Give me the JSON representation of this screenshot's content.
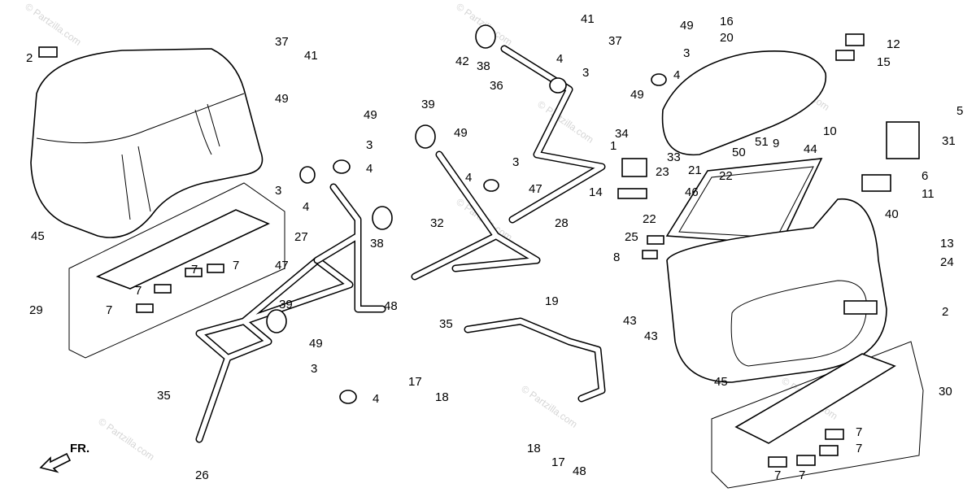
{
  "diagram": {
    "watermark": "© Partzilla.com",
    "direction_label": "FR.",
    "callouts": [
      "2",
      "37",
      "41",
      "49",
      "49",
      "3",
      "4",
      "3",
      "4",
      "38",
      "45",
      "47",
      "27",
      "7",
      "7",
      "7",
      "7",
      "29",
      "39",
      "49",
      "3",
      "4",
      "35",
      "26",
      "38",
      "42",
      "41",
      "4",
      "36",
      "3",
      "39",
      "49",
      "3",
      "4",
      "47",
      "32",
      "28",
      "37",
      "49",
      "3",
      "4",
      "49",
      "34",
      "1",
      "33",
      "23",
      "14",
      "46",
      "22",
      "21",
      "22",
      "50",
      "51",
      "9",
      "44",
      "10",
      "16",
      "20",
      "12",
      "15",
      "5",
      "31",
      "6",
      "11",
      "40",
      "25",
      "8",
      "13",
      "24",
      "2",
      "43",
      "43",
      "45",
      "30",
      "7",
      "7",
      "7",
      "7",
      "19",
      "48",
      "35",
      "17",
      "18",
      "18",
      "17",
      "48"
    ]
  }
}
